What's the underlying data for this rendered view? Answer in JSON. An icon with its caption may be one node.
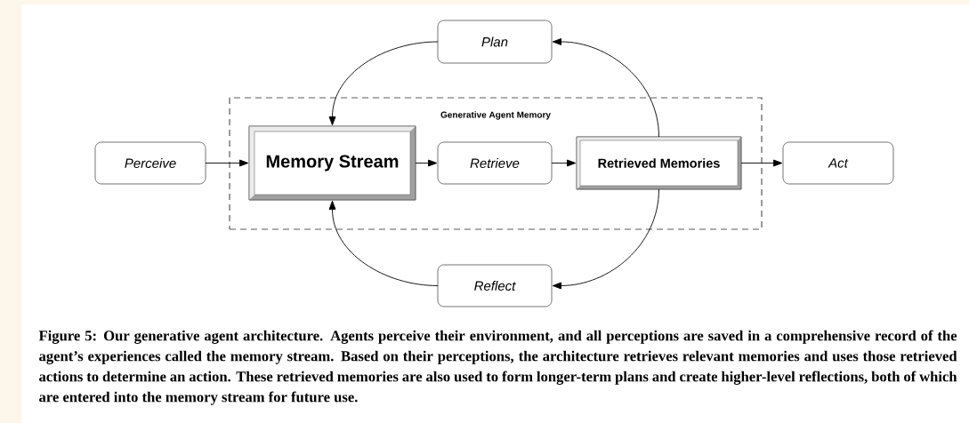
{
  "diagram": {
    "caption": "Figure 5: Our generative agent architecture. Agents perceive their environment, and all perceptions are saved in a comprehensive record of the agent’s experiences called the memory stream. Based on their perceptions, the architecture retrieves relevant memories and uses those retrieved actions to determine an action. These retrieved memories are also used to form longer-term plans and create higher-level reflections, both of which are entered into the memory stream for future use.",
    "nodes": [
      {
        "text": [
          "Generative Agent Memory"
        ]
      },
      {
        "text": [
          "Plan"
        ]
      },
      {
        "text": [
          "Perceive"
        ]
      },
      {
        "text": [
          "Memory Stream"
        ],
        "in": 0
      },
      {
        "text": [
          "Retrieve"
        ],
        "in": 0
      },
      {
        "text": [
          "Retrieved Memories"
        ],
        "in": 0
      },
      {
        "text": [
          "Act"
        ]
      },
      {
        "text": [
          "Reflect"
        ]
      }
    ],
    "edges": [
      {
        "from": 2,
        "to": 3,
        "arrow": "to"
      },
      {
        "from": 3,
        "to": 4,
        "arrow": "to"
      },
      {
        "from": 4,
        "to": 5,
        "arrow": "to"
      },
      {
        "from": 5,
        "to": 6,
        "arrow": "to"
      },
      {
        "from": 5,
        "to": 1,
        "arrow": "to"
      },
      {
        "from": 1,
        "to": 3,
        "arrow": "to"
      },
      {
        "from": 5,
        "to": 7,
        "arrow": "to"
      },
      {
        "from": 7,
        "to": 3,
        "arrow": "to"
      }
    ]
  }
}
